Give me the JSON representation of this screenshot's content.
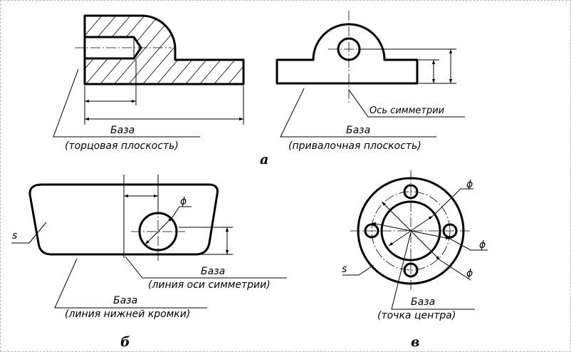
{
  "figure_a": {
    "left_label_1": "База",
    "left_label_2": "(торцовая плоскость)",
    "symmetry_label": "Ось симметрии",
    "right_label_1": "База",
    "right_label_2": "(привалочная плоскость)",
    "sublabel": "а"
  },
  "figure_b": {
    "s_label": "s",
    "phi_label": "ϕ",
    "label_1a": "База",
    "label_1b": "(линия оси симметрии)",
    "label_2a": "База",
    "label_2b": "(линия нижней кромки)",
    "sublabel": "б"
  },
  "figure_c": {
    "s_label": "s",
    "phi_label_top": "ϕ",
    "phi_label_mid": "ϕ",
    "phi_label_bottom": "ϕ",
    "label_1": "База",
    "label_2": "(точка центра)",
    "sublabel": "в"
  }
}
